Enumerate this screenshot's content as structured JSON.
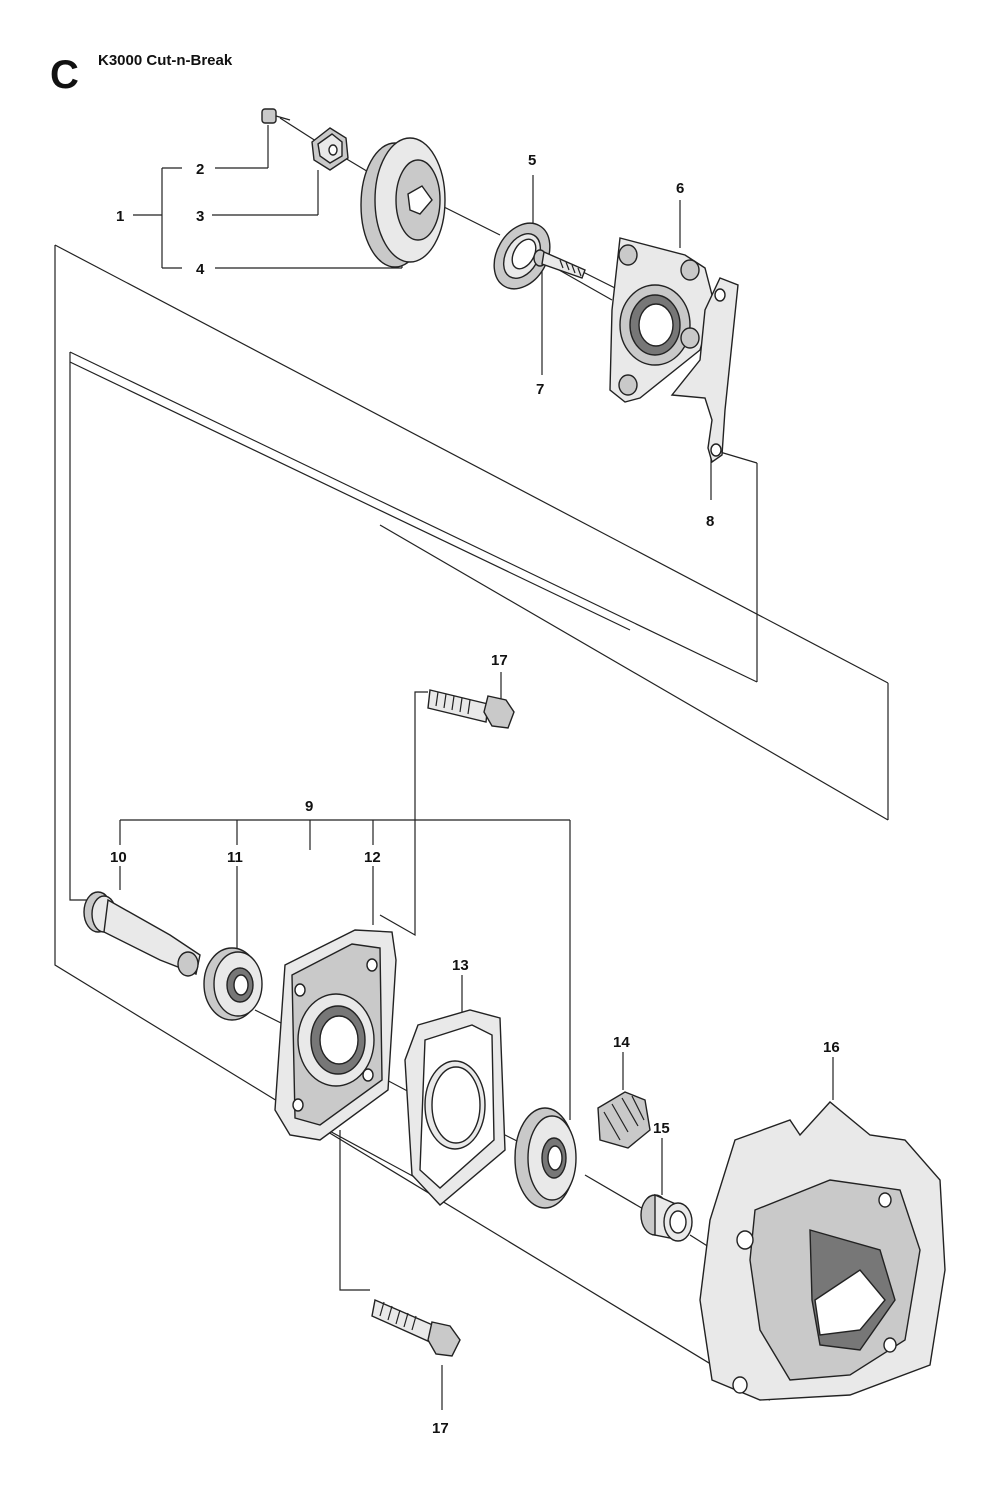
{
  "header": {
    "section_letter": "C",
    "title": "K3000 Cut-n-Break"
  },
  "callouts": {
    "c1": "1",
    "c2": "2",
    "c3": "3",
    "c4": "4",
    "c5": "5",
    "c6": "6",
    "c7": "7",
    "c8": "8",
    "c9": "9",
    "c10": "10",
    "c11": "11",
    "c12": "12",
    "c13": "13",
    "c14": "14",
    "c15": "15",
    "c16": "16",
    "c17a": "17",
    "c17b": "17"
  }
}
